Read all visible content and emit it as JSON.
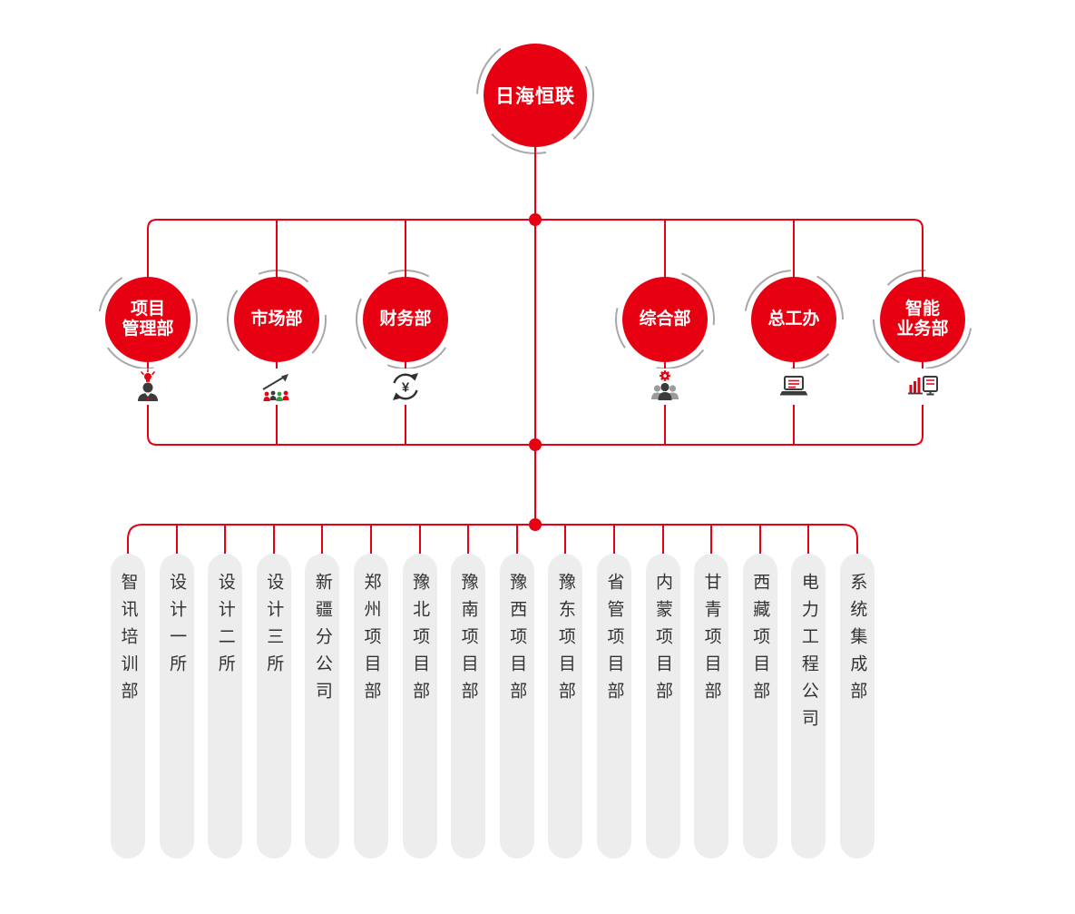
{
  "org_chart": {
    "root": {
      "label": "日海恒联"
    },
    "departments": [
      {
        "label": "项目\n管理部",
        "icon": "person-idea-icon"
      },
      {
        "label": "市场部",
        "icon": "people-growth-icon"
      },
      {
        "label": "财务部",
        "icon": "currency-cycle-icon",
        "glyph": "¥"
      },
      {
        "label": "综合部",
        "icon": "team-gear-icon"
      },
      {
        "label": "总工办",
        "icon": "laptop-icon"
      },
      {
        "label": "智能\n业务部",
        "icon": "monitor-chart-icon"
      }
    ],
    "branches": [
      "智讯培训部",
      "设计一所",
      "设计二所",
      "设计三所",
      "新疆分公司",
      "郑州项目部",
      "豫北项目部",
      "豫南项目部",
      "豫西项目部",
      "豫东项目部",
      "省管项目部",
      "内蒙项目部",
      "甘青项目部",
      "西藏项目部",
      "电力工程公司",
      "系统集成部"
    ],
    "colors": {
      "accent_red": "#e60012",
      "box_gray": "#ededed",
      "arc_gray": "#a8a8a8",
      "text_dark": "#333333"
    }
  }
}
